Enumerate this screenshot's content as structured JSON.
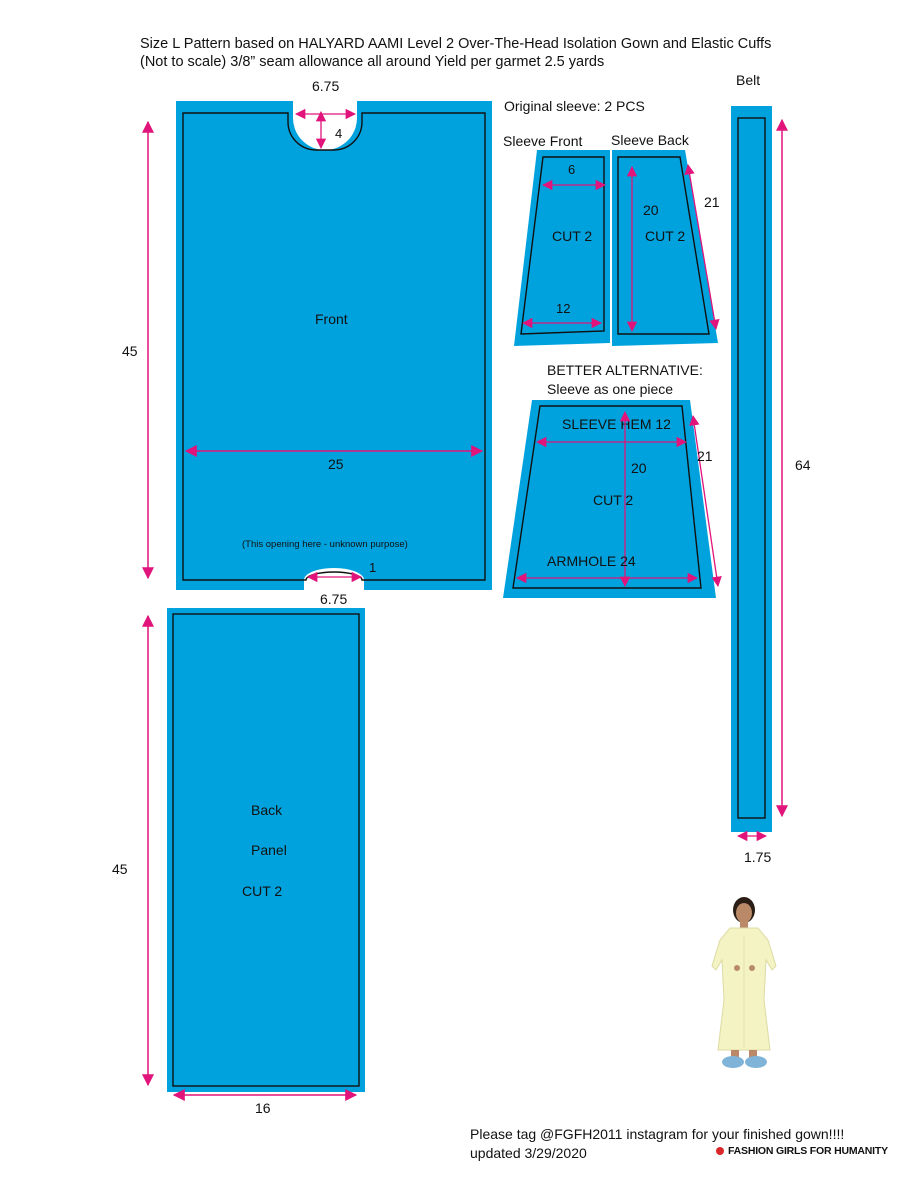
{
  "header": {
    "line1": "Size L Pattern based on HALYARD AAMI Level 2 Over-The-Head Isolation Gown and Elastic Cuffs",
    "line2": "(Not to scale) 3/8” seam allowance all around Yield per garmet 2.5 yards"
  },
  "front": {
    "label": "Front",
    "height": "45",
    "width": "25",
    "neck_width": "6.75",
    "neck_depth": "4",
    "bottom_note": "(This opening here - unknown purpose)",
    "bottom_notch_width": "6.75",
    "bottom_notch_depth": "1"
  },
  "back": {
    "line1": "Back",
    "line2": "Panel",
    "line3": "CUT 2",
    "height": "45",
    "width": "16"
  },
  "sleeve_original": {
    "title": "Original sleeve: 2 PCS",
    "front_title": "Sleeve Front",
    "back_title": "Sleeve Back",
    "front_top": "6",
    "front_cut": "CUT 2",
    "front_bottom": "12",
    "back_height": "20",
    "back_cut": "CUT 2",
    "back_side": "21"
  },
  "sleeve_alt": {
    "title1": "BETTER ALTERNATIVE:",
    "title2": "Sleeve as one piece",
    "hem": "SLEEVE HEM 12",
    "height": "20",
    "side": "21",
    "cut": "CUT 2",
    "armhole": "ARMHOLE 24"
  },
  "belt": {
    "title": "Belt",
    "length": "64",
    "width": "1.75"
  },
  "footer": {
    "line1": "Please tag @FGFH2011 instagram for your finished gown!!!!",
    "line2": "updated 3/29/2020",
    "brand": "FASHION GIRLS FOR HUMANITY"
  },
  "colors": {
    "fabric": "#00a2dd",
    "measure": "#e0147b",
    "outline": "#101010",
    "gown": "#f4f3c4",
    "brand_dot": "#d8262b"
  },
  "icons": {
    "model_photo": "person-in-isolation-gown",
    "brand_mark": "red-dot-icon"
  }
}
